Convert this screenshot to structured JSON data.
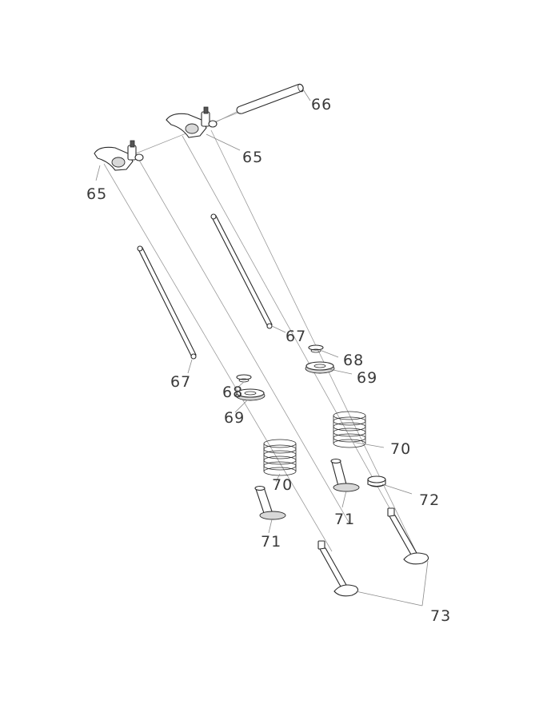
{
  "diagram": {
    "callouts": {
      "rocker_arm_a": "65",
      "rocker_arm_b": "65",
      "rocker_shaft": "66",
      "push_rod_a": "67",
      "push_rod_b": "67",
      "keeper_a": "68",
      "keeper_b": "68",
      "retainer_a": "69",
      "retainer_b": "69",
      "spring_a": "70",
      "spring_b": "70",
      "guide_a": "71",
      "guide_b": "71",
      "seal": "72",
      "valves": "73"
    }
  }
}
